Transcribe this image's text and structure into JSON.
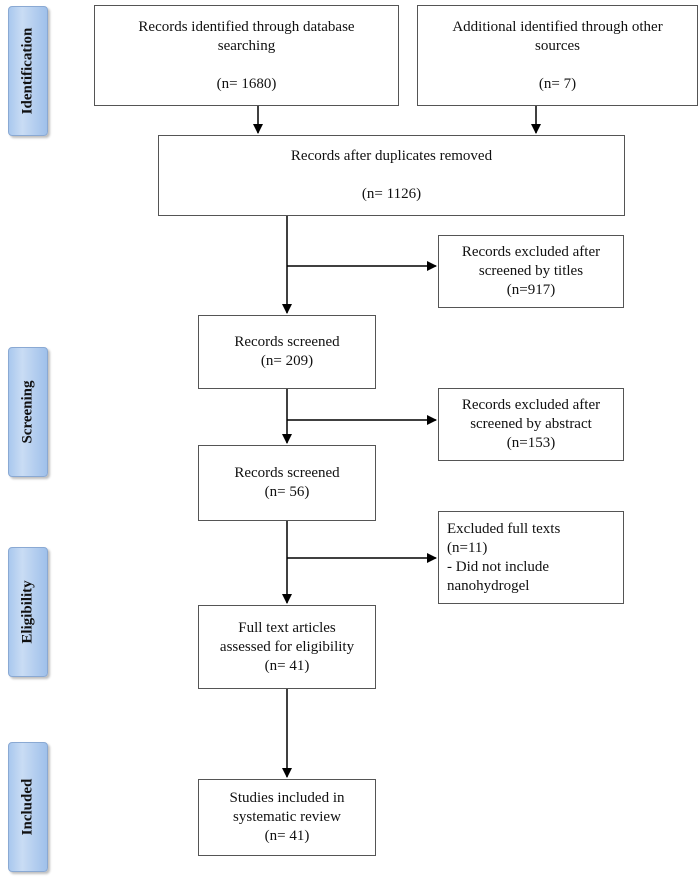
{
  "phases": {
    "identification": "Identification",
    "screening": "Screening",
    "eligibility": "Eligibility",
    "included": "Included"
  },
  "boxes": {
    "database": {
      "line1": "Records identified through database",
      "line2": "searching",
      "count": "(n= 1680)"
    },
    "other": {
      "line1": "Additional identified through other",
      "line2": "sources",
      "count": "(n= 7)"
    },
    "duplicates": {
      "line1": "Records after duplicates removed",
      "count": "(n= 1126)"
    },
    "excluded_titles": {
      "line1": "Records excluded after",
      "line2": "screened by titles",
      "count": "(n=917)"
    },
    "screened1": {
      "line1": "Records screened",
      "count": "(n= 209)"
    },
    "excluded_abstract": {
      "line1": "Records excluded after",
      "line2": "screened by abstract",
      "count": "(n=153)"
    },
    "screened2": {
      "line1": "Records screened",
      "count": "(n= 56)"
    },
    "excluded_full": {
      "line1": "Excluded full texts",
      "line2": "(n=11)",
      "line3": "- Did not include",
      "line4": "nanohydrogel"
    },
    "full_text": {
      "line1": "Full text articles",
      "line2": "assessed for eligibility",
      "count": "(n= 41)"
    },
    "included": {
      "line1": "Studies included in",
      "line2": "systematic review",
      "count": "(n= 41)"
    }
  }
}
